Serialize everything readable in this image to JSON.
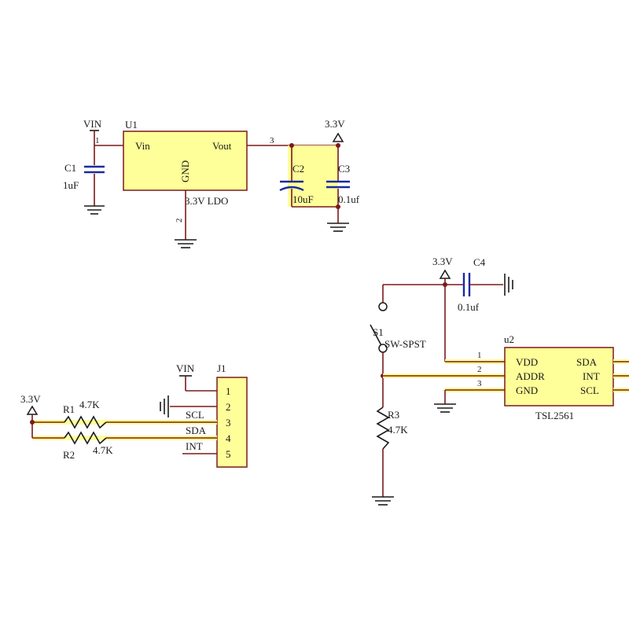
{
  "u1": {
    "ref": "U1",
    "value": "3.3V LDO",
    "pin_vin": "Vin",
    "pin_vout": "Vout",
    "pin_gnd": "GND",
    "pin_num_1": "1",
    "pin_num_2": "2",
    "pin_num_3": "3",
    "power_in": "VIN",
    "power_out": "3.3V"
  },
  "c1": {
    "ref": "C1",
    "value": "1uF"
  },
  "c2": {
    "ref": "C2",
    "value": "10uF"
  },
  "c3": {
    "ref": "C3",
    "value": "0.1uf"
  },
  "c4": {
    "ref": "C4",
    "value": "0.1uf"
  },
  "j1": {
    "ref": "J1",
    "power": "VIN",
    "pins": [
      "1",
      "2",
      "3",
      "4",
      "5"
    ],
    "nets": [
      "SCL",
      "SDA",
      "INT"
    ]
  },
  "r1": {
    "ref": "R1",
    "value": "4.7K"
  },
  "r2": {
    "ref": "R2",
    "value": "4.7K"
  },
  "r3": {
    "ref": "R3",
    "value": "4.7K"
  },
  "pullup_power": "3.3V",
  "s1": {
    "ref": "S1",
    "value": "SW-SPST"
  },
  "u2": {
    "ref": "u2",
    "value": "TSL2561",
    "power": "3.3V",
    "pins_left": [
      "VDD",
      "ADDR",
      "GND"
    ],
    "pins_right": [
      "SDA",
      "INT",
      "SCL"
    ],
    "pin_nums": [
      "1",
      "2",
      "3"
    ]
  }
}
